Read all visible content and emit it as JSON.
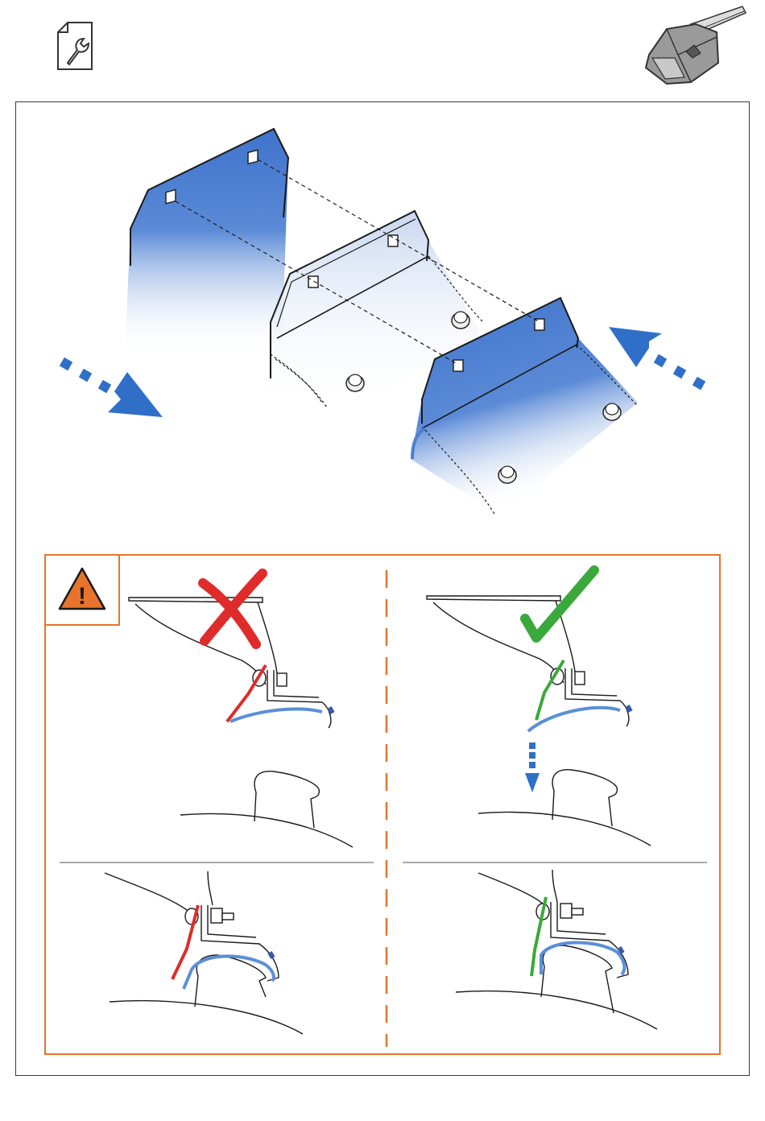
{
  "page": {
    "type": "assembly-instruction-illustration"
  },
  "header": {
    "left_icon": "document-wrench-icon",
    "right_icon": "roof-rack-foot-icon"
  },
  "colors": {
    "frame": "#3a3a3a",
    "plate_blue": "#4a7fd0",
    "arrow_blue": "#2f6fc8",
    "warning_orange": "#e8732c",
    "wrong_red": "#e02b2b",
    "correct_green": "#3aa83a",
    "pad_blue": "#5b8fd6"
  },
  "assembly": {
    "direction_arrows": [
      "arrow-left-incoming",
      "arrow-right-incoming"
    ]
  },
  "warning": {
    "icon": "warning-triangle-icon",
    "symbol": "!",
    "wrong_mark": "cross-icon",
    "correct_mark": "checkmark-icon",
    "hint_arrow": "dashed-down-arrow-icon"
  }
}
